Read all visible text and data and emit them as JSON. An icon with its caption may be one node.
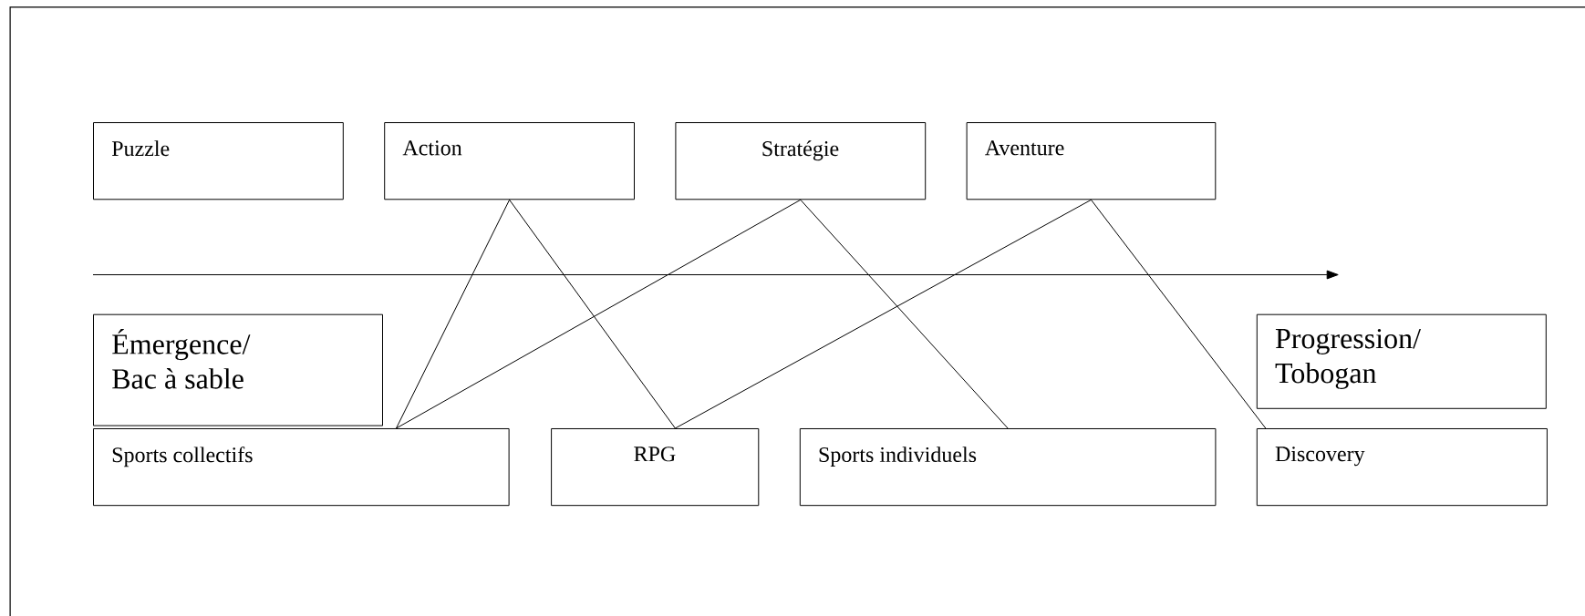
{
  "diagram": {
    "nodes": [
      {
        "text": [
          "Puzzle"
        ]
      },
      {
        "text": [
          "Action"
        ]
      },
      {
        "text": [
          "Stratégie"
        ]
      },
      {
        "text": [
          "Aventure"
        ]
      },
      {
        "text": [
          "Émergence/ Bac à sable"
        ]
      },
      {
        "text": [
          "Progression/ Tobogan"
        ]
      },
      {
        "text": [
          "Sports collectifs"
        ]
      },
      {
        "text": [
          "RPG"
        ]
      },
      {
        "text": [
          "Sports individuels"
        ]
      },
      {
        "text": [
          "Discovery"
        ]
      }
    ],
    "edges": [
      {
        "from": 1,
        "to": 6,
        "arrow": "none"
      },
      {
        "from": 1,
        "to": 7,
        "arrow": "none"
      },
      {
        "from": 2,
        "to": 6,
        "arrow": "none"
      },
      {
        "from": 2,
        "to": 8,
        "arrow": "none"
      },
      {
        "from": 3,
        "to": 7,
        "arrow": "none"
      },
      {
        "from": 3,
        "to": 9,
        "arrow": "none"
      }
    ]
  }
}
